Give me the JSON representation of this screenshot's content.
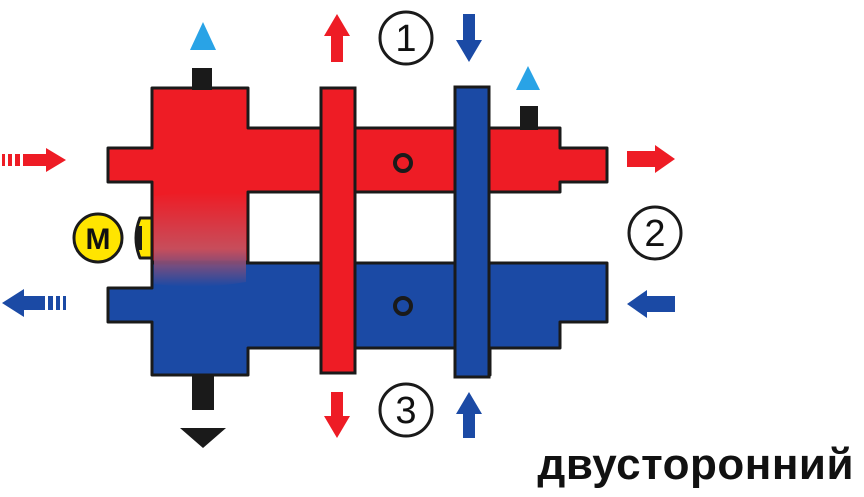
{
  "labels": {
    "circuit_1": "1",
    "circuit_2": "2",
    "circuit_3": "3",
    "motor": "M"
  },
  "caption": "двусторонний",
  "colors": {
    "hot": "#ee1c25",
    "cold": "#1b4aa5",
    "air": "#29a3e6",
    "outline": "#1a1a1a",
    "motor_fill": "#ffe500"
  },
  "icons": [
    "air-vent-arrow-icon",
    "drain-arrow-icon",
    "flow-arrow-icon",
    "motor-icon"
  ]
}
